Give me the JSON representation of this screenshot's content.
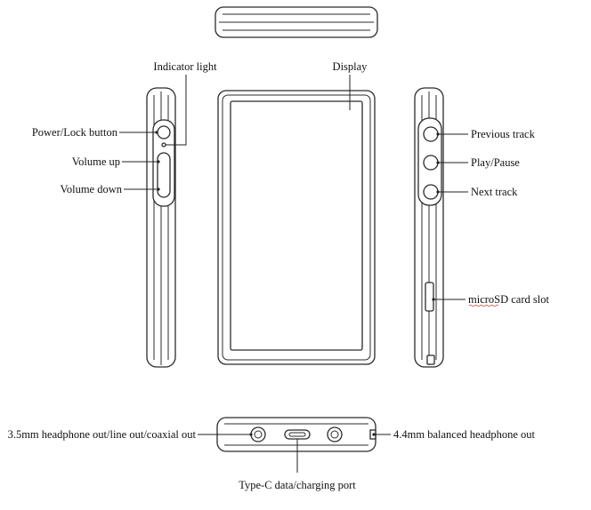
{
  "labels": {
    "indicator_light": "Indicator light",
    "display": "Display",
    "power_lock_button": "Power/Lock button",
    "volume_up": "Volume up",
    "volume_down": "Volume down",
    "previous_track": "Previous track",
    "play_pause": "Play/Pause",
    "next_track": "Next track",
    "microsd_card_slot": "microSD card slot",
    "headphone_out_35": "3.5mm headphone out/line out/coaxial out",
    "balanced_out_44": "4.4mm balanced headphone out",
    "type_c_port": "Type-C data/charging port"
  },
  "colors": {
    "line": "#2b2b2b",
    "background": "#ffffff"
  }
}
